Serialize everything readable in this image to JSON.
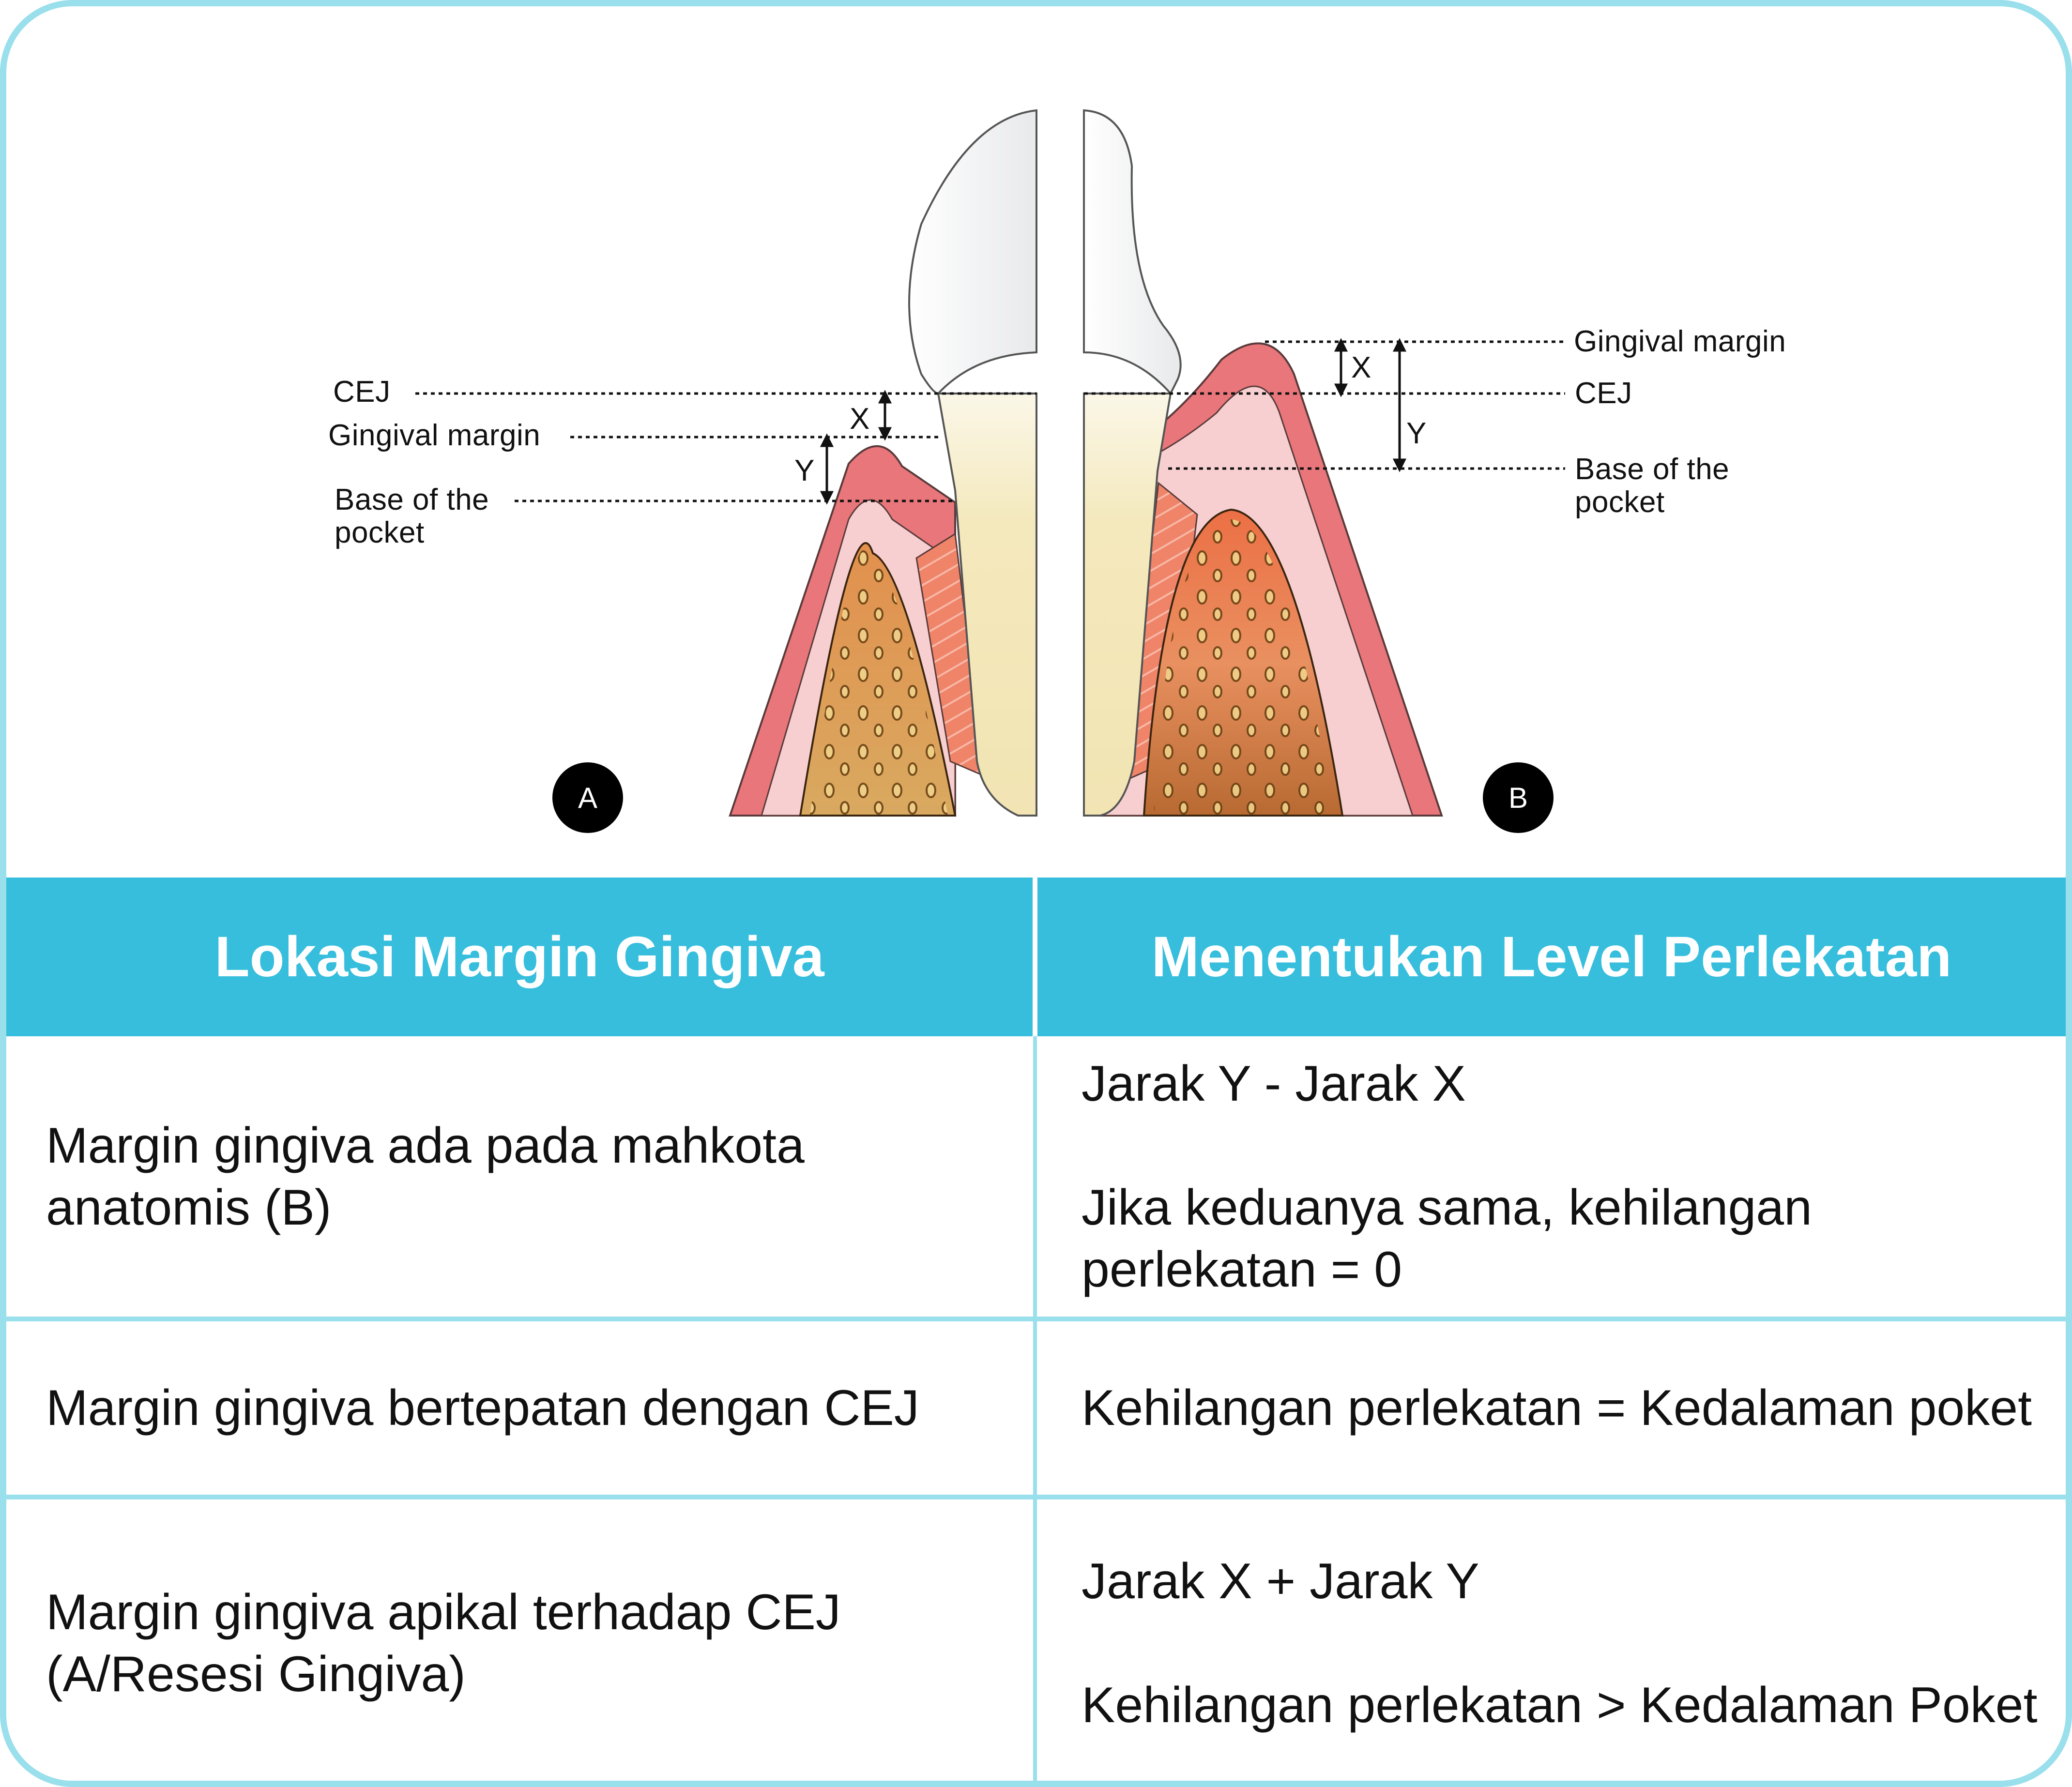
{
  "figure": {
    "panel_a": {
      "badge": "A",
      "labels": {
        "cej": "CEJ",
        "gingival_margin": "Gingival margin",
        "base_line1": "Base of the",
        "base_line2": "pocket",
        "x": "X",
        "y": "Y"
      }
    },
    "panel_b": {
      "badge": "B",
      "labels": {
        "gingival_margin": "Gingival margin",
        "cej": "CEJ",
        "base_line1": "Base of the",
        "base_line2": "pocket",
        "x": "X",
        "y": "Y"
      }
    },
    "colors": {
      "gingiva_outer": "#e8767a",
      "gingiva_inner": "#f7cfd0",
      "bone_a": "#dfa25e",
      "bone_b": "#e0804e",
      "ligament": "#ef8a70",
      "root": "#f3e6b8",
      "enamel": "#f1f2f3"
    }
  },
  "table": {
    "headers": [
      "Lokasi Margin Gingiva",
      "Menentukan Level Perlekatan"
    ],
    "rows": [
      {
        "location": "Margin gingiva ada pada mahkota anatomis (B)",
        "level": [
          "Jarak Y - Jarak X",
          "Jika keduanya sama, kehilangan perlekatan = 0"
        ]
      },
      {
        "location": "Margin gingiva bertepatan dengan CEJ",
        "level": [
          "Kehilangan perlekatan = Kedalaman poket"
        ]
      },
      {
        "location": "Margin gingiva apikal terhadap CEJ (A/Resesi Gingiva)",
        "level": [
          "Jarak X + Jarak Y",
          "Kehilangan perlekatan > Kedalaman Poket"
        ]
      }
    ],
    "colors": {
      "header_bg": "#37bedd",
      "border": "#9adfec",
      "header_text": "#ffffff"
    }
  }
}
